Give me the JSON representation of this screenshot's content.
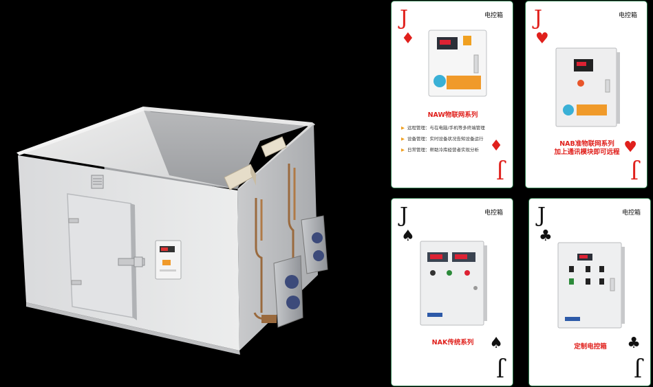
{
  "cards": [
    {
      "rank": "J",
      "suit": "♦",
      "suit_name": "diamond",
      "tag": "电控箱",
      "title": "NAW物联网系列",
      "bullets": [
        "远程管理：与在电脑/手机等多终端管理",
        "设备管理：实时设备状况告知设备运行",
        "日常管理：帮助冷库经营者实现分析"
      ]
    },
    {
      "rank": "J",
      "suit": "♥",
      "suit_name": "heart",
      "tag": "电控箱",
      "title_line1": "NAB准物联网系列",
      "title_line2": "加上通讯模块即可远程"
    },
    {
      "rank": "J",
      "suit": "♠",
      "suit_name": "spade",
      "tag": "电控箱",
      "title": "NAK传统系列"
    },
    {
      "rank": "J",
      "suit": "♣",
      "suit_name": "club",
      "tag": "电控箱",
      "title": "定制电控箱"
    }
  ],
  "colors": {
    "red": "#e0201c",
    "card_border": "#2f7d4f",
    "background": "#000000"
  }
}
